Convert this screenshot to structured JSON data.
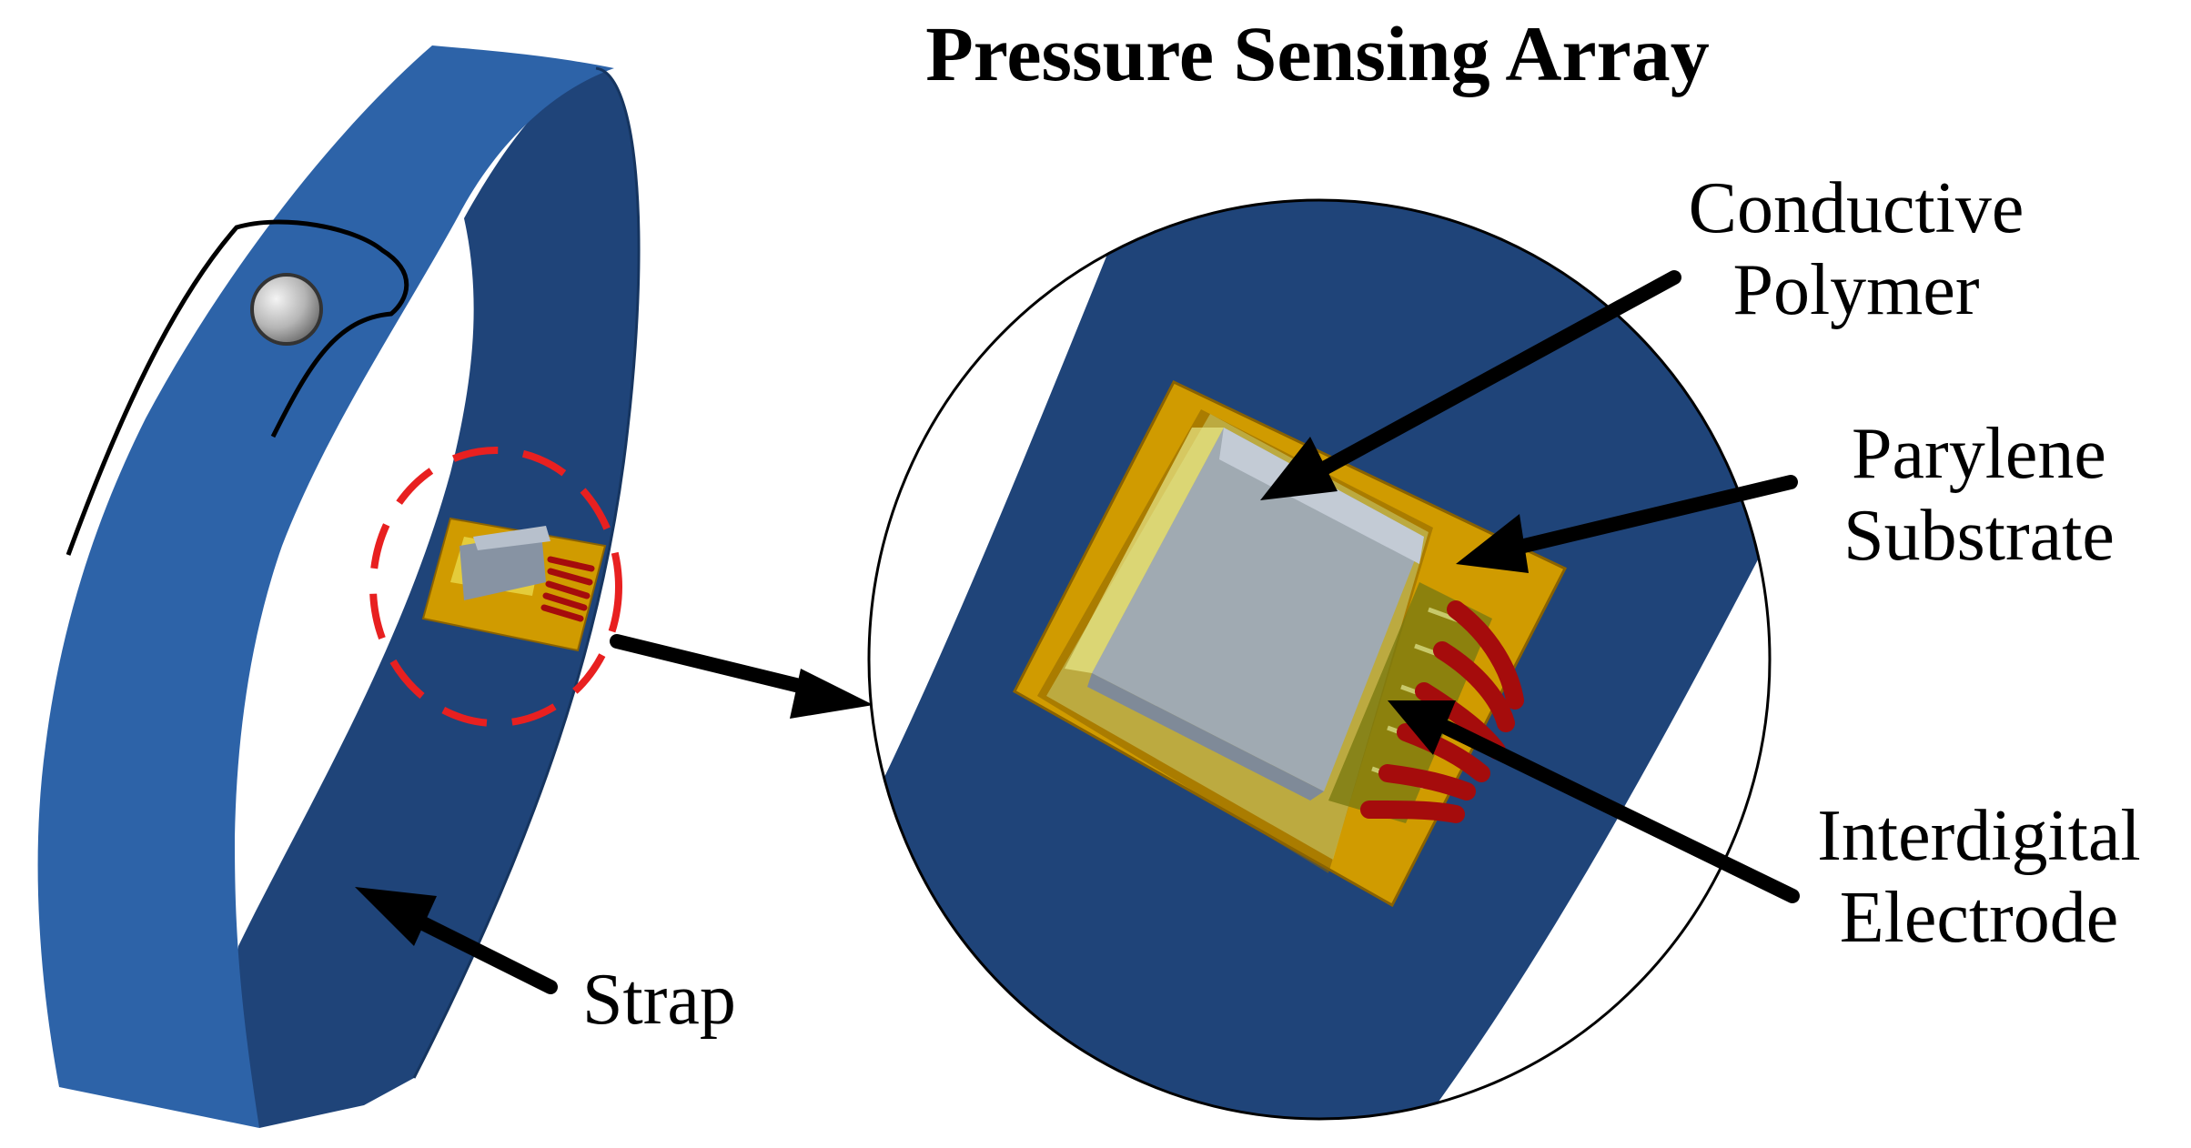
{
  "title": "Pressure Sensing Array",
  "labels": {
    "strap": "Strap",
    "conductive_polymer": [
      "Conductive",
      "Polymer"
    ],
    "parylene_substrate": [
      "Parylene",
      "Substrate"
    ],
    "interdigital_electrode": [
      "Interdigital",
      "Electrode"
    ]
  },
  "colors": {
    "strap_outer": "#2d63a8",
    "strap_inner": "#1f4479",
    "substrate": "#d09b00",
    "substrate_dark": "#8a6200",
    "polymer": "#9eaab8",
    "polymer_top": "#b7c0cc",
    "electrode": "#a50c0c",
    "highlight_circle": "#e82020",
    "arrow": "#000000"
  },
  "icons": {
    "buckle": "snap-button-icon"
  }
}
